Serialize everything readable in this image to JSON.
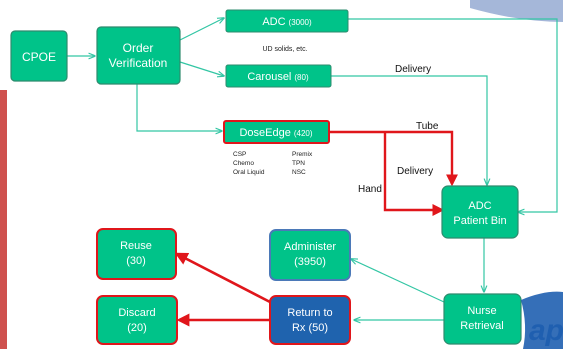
{
  "colors": {
    "green": "#00c389",
    "teal_border": "#2e8b6e",
    "red": "#e0161b",
    "blue_box": "#1f63ae",
    "blue_border": "#4b79b8",
    "thin_arrow": "#33c6a4",
    "left_strip": "#c7332f"
  },
  "nodes": {
    "cpoe": {
      "label": "CPOE"
    },
    "order_verification": {
      "line1": "Order",
      "line2": "Verification"
    },
    "adc": {
      "name": "ADC",
      "count": "(3000)"
    },
    "carousel": {
      "name": "Carousel",
      "count": "(80)"
    },
    "doseedge": {
      "name": "DoseEdge",
      "count": "(420)"
    },
    "adc_patient_bin": {
      "line1": "ADC",
      "line2": "Patient Bin"
    },
    "administer": {
      "line1": "Administer",
      "line2": "(3950)"
    },
    "reuse": {
      "line1": "Reuse",
      "line2": "(30)"
    },
    "discard": {
      "line1": "Discard",
      "line2": "(20)"
    },
    "return_to_rx": {
      "line1": "Return to",
      "line2": "Rx (50)"
    },
    "nurse_retrieval": {
      "line1": "Nurse",
      "line2": "Retrieval"
    }
  },
  "annotations": {
    "ud_solids": "UD solids, etc.",
    "delivery_top": "Delivery",
    "tube": "Tube",
    "delivery_mid": "Delivery",
    "hand": "Hand",
    "doseedge_types": {
      "left": [
        "CSP",
        "Chemo",
        "Oral Liquid"
      ],
      "right": [
        "Premix",
        "TPN",
        "NSC"
      ]
    }
  },
  "logo_text": "ap"
}
